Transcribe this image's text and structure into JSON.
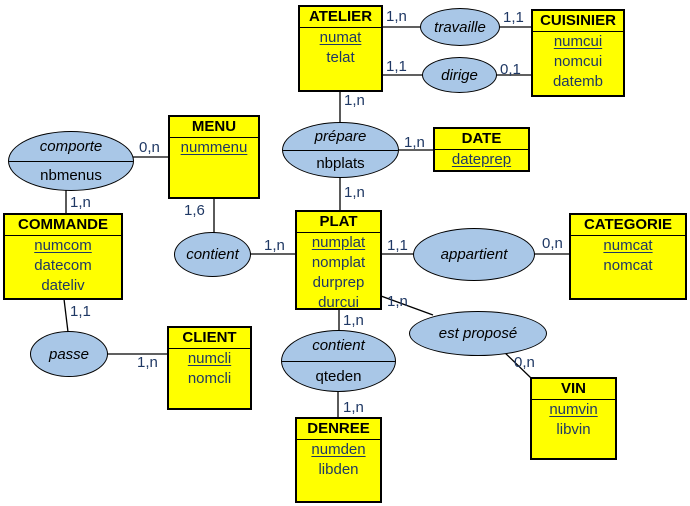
{
  "diagram_title": "Merise ERD - restaurant conceptual data model",
  "colors": {
    "entity_fill": "#ffff00",
    "relation_fill": "#a9c7e7",
    "border": "#000000",
    "attribute_text": "#1f3864",
    "cardinality_text": "#1f3864",
    "background": "#ffffff"
  },
  "entities": {
    "atelier": {
      "title": "ATELIER",
      "attributes": [
        {
          "name": "numat",
          "key": true
        },
        {
          "name": "telat",
          "key": false
        }
      ]
    },
    "cuisinier": {
      "title": "CUISINIER",
      "attributes": [
        {
          "name": "numcui",
          "key": true
        },
        {
          "name": "nomcui",
          "key": false
        },
        {
          "name": "datemb",
          "key": false
        }
      ]
    },
    "menu": {
      "title": "MENU",
      "attributes": [
        {
          "name": "nummenu",
          "key": true
        }
      ]
    },
    "date": {
      "title": "DATE",
      "attributes": [
        {
          "name": "dateprep",
          "key": true
        }
      ]
    },
    "commande": {
      "title": "COMMANDE",
      "attributes": [
        {
          "name": "numcom",
          "key": true
        },
        {
          "name": "datecom",
          "key": false
        },
        {
          "name": "dateliv",
          "key": false
        }
      ]
    },
    "plat": {
      "title": "PLAT",
      "attributes": [
        {
          "name": "numplat",
          "key": true
        },
        {
          "name": "nomplat",
          "key": false
        },
        {
          "name": "durprep",
          "key": false
        },
        {
          "name": "durcui",
          "key": false
        }
      ]
    },
    "categorie": {
      "title": "CATEGORIE",
      "attributes": [
        {
          "name": "numcat",
          "key": true
        },
        {
          "name": "nomcat",
          "key": false
        }
      ]
    },
    "client": {
      "title": "CLIENT",
      "attributes": [
        {
          "name": "numcli",
          "key": true
        },
        {
          "name": "nomcli",
          "key": false
        }
      ]
    },
    "vin": {
      "title": "VIN",
      "attributes": [
        {
          "name": "numvin",
          "key": true
        },
        {
          "name": "libvin",
          "key": false
        }
      ]
    },
    "denree": {
      "title": "DENREE",
      "attributes": [
        {
          "name": "numden",
          "key": true
        },
        {
          "name": "libden",
          "key": false
        }
      ]
    }
  },
  "relations": {
    "travaille": {
      "name": "travaille"
    },
    "dirige": {
      "name": "dirige"
    },
    "prepare": {
      "name": "prépare",
      "attribute": "nbplats"
    },
    "comporte": {
      "name": "comporte",
      "attribute": "nbmenus"
    },
    "contient_menu": {
      "name": "contient"
    },
    "appartient": {
      "name": "appartient"
    },
    "est_propose": {
      "name": "est proposé"
    },
    "passe": {
      "name": "passe"
    },
    "contient_denree": {
      "name": "contient",
      "attribute": "qteden"
    }
  },
  "cardinalities": {
    "atelier_travaille": "1,n",
    "travaille_cuisinier": "1,1",
    "atelier_dirige": "1,1",
    "dirige_cuisinier": "0,1",
    "atelier_prepare": "1,n",
    "prepare_date": "1,n",
    "prepare_plat": "1,n",
    "menu_comporte": "0,n",
    "comporte_commande": "1,n",
    "menu_contient": "1,6",
    "contient_plat": "1,n",
    "plat_appartient": "1,1",
    "appartient_categorie": "0,n",
    "plat_estpropose": "1,n",
    "estpropose_vin": "0,n",
    "commande_passe": "1,1",
    "passe_client": "1,n",
    "plat_contient2": "1,n",
    "contient2_denree": "1,n"
  }
}
